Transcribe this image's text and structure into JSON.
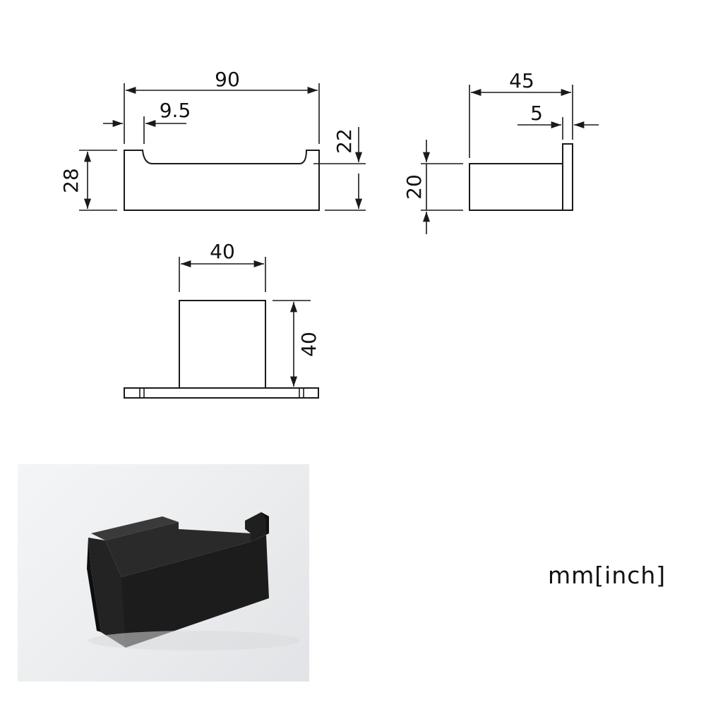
{
  "front_view": {
    "width_label": "90",
    "notch_label": "9.5",
    "height_label": "28",
    "inner_height_label": "22"
  },
  "side_view": {
    "depth_label": "45",
    "plate_label": "5",
    "height_label": "20"
  },
  "top_view": {
    "width_label": "40",
    "height_label": "40"
  },
  "units_label": "mm[inch]",
  "colors": {
    "line": "#1a1a1a",
    "product": "#1c1c1c",
    "photo_background": "#eceef0"
  }
}
